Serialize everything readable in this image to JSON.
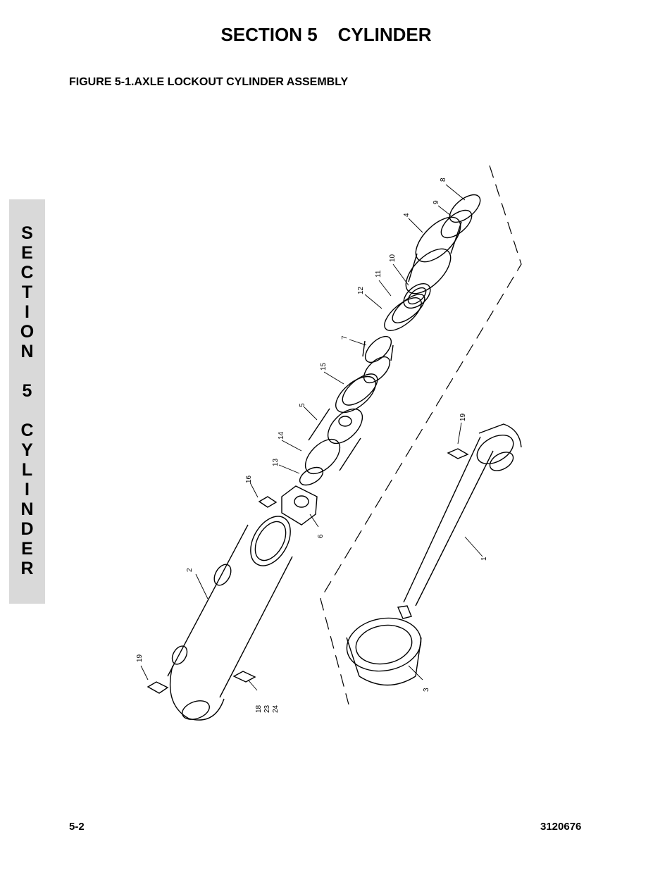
{
  "header": {
    "section_title": "SECTION 5    CYLINDER"
  },
  "figure": {
    "title": "FIGURE 5-1.AXLE LOCKOUT CYLINDER ASSEMBLY",
    "callouts": [
      "8",
      "9",
      "4",
      "10",
      "11",
      "12",
      "7",
      "15",
      "5",
      "14",
      "13",
      "16",
      "6",
      "2",
      "19",
      "18",
      "23",
      "24",
      "19",
      "1",
      "3"
    ]
  },
  "side_tab": {
    "letters": [
      "S",
      "E",
      "C",
      "T",
      "I",
      "O",
      "N",
      "",
      "5",
      "",
      "C",
      "Y",
      "L",
      "I",
      "N",
      "D",
      "E",
      "R"
    ]
  },
  "footer": {
    "page_number": "5-2",
    "doc_number": "3120676"
  }
}
